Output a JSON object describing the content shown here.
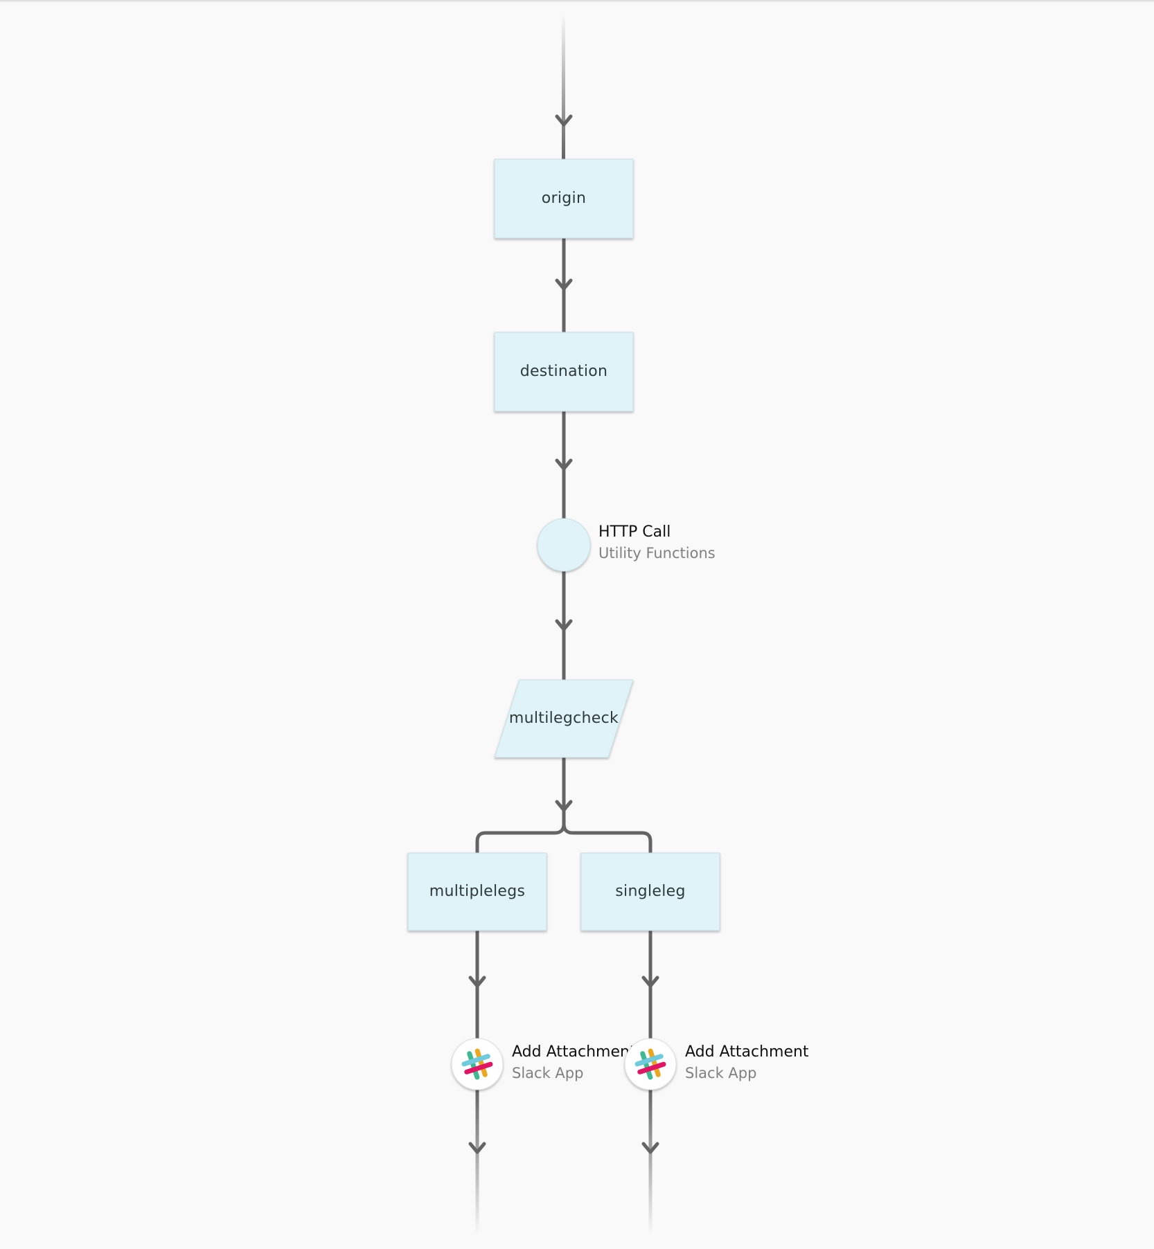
{
  "nodes": {
    "origin": {
      "label": "origin"
    },
    "destination": {
      "label": "destination"
    },
    "http_call": {
      "title": "HTTP Call",
      "subtitle": "Utility Functions",
      "icon": "circle-node-icon"
    },
    "multilegcheck": {
      "label": "multilegcheck"
    },
    "multiplelegs": {
      "label": "multiplelegs"
    },
    "singleleg": {
      "label": "singleleg"
    },
    "slack_left": {
      "title": "Add Attachment",
      "subtitle": "Slack App",
      "icon": "slack-icon"
    },
    "slack_right": {
      "title": "Add Attachment",
      "subtitle": "Slack App",
      "icon": "slack-icon"
    }
  },
  "colors": {
    "background": "#f9f9f9",
    "node_fill": "#dff3f8",
    "connector": "#646464",
    "text": "#2f3a3d",
    "subtitle": "#808080"
  }
}
